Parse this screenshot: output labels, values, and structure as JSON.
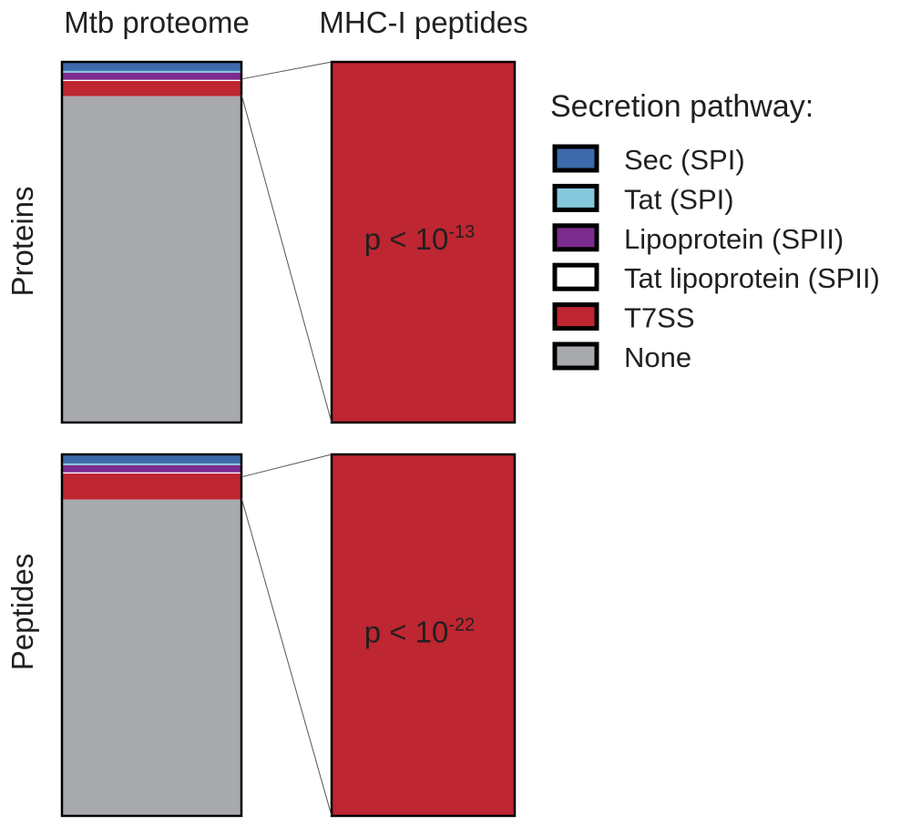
{
  "chart_data": {
    "type": "bar",
    "subtype": "stacked-100-percent",
    "columns": [
      "Mtb proteome",
      "MHC-I peptides"
    ],
    "rows": [
      "Proteins",
      "Peptides"
    ],
    "legend": {
      "title": "Secretion pathway:",
      "placement": "right",
      "items": [
        {
          "name": "Sec (SPI)",
          "color": "#3d6aab"
        },
        {
          "name": "Tat (SPI)",
          "color": "#86c8dc"
        },
        {
          "name": "Lipoprotein (SPII)",
          "color": "#7b2c8e"
        },
        {
          "name": "Tat lipoprotein (SPII)",
          "color": "#ffffff"
        },
        {
          "name": "T7SS",
          "color": "#be2631"
        },
        {
          "name": "None",
          "color": "#a8a9ad"
        }
      ]
    },
    "categories": [
      "Sec (SPI)",
      "Tat (SPI)",
      "Lipoprotein (SPII)",
      "Tat lipoprotein (SPII)",
      "T7SS",
      "None"
    ],
    "panels": [
      {
        "row": "Proteins",
        "bars": [
          {
            "column": "Mtb proteome",
            "values": [
              2.5,
              0.5,
              2.0,
              0.3,
              4.2,
              90.5
            ]
          },
          {
            "column": "MHC-I peptides",
            "values": [
              0,
              0,
              0,
              0,
              100,
              0
            ]
          }
        ],
        "annotation": {
          "base": "p < 10",
          "exponent": "-13"
        }
      },
      {
        "row": "Peptides",
        "bars": [
          {
            "column": "Mtb proteome",
            "values": [
              2.5,
              0.5,
              2.0,
              0.3,
              7.2,
              87.5
            ]
          },
          {
            "column": "MHC-I peptides",
            "values": [
              0,
              0,
              0,
              0,
              100,
              0
            ]
          }
        ],
        "annotation": {
          "base": "p < 10",
          "exponent": "-22"
        }
      }
    ],
    "ylim": [
      0,
      100
    ],
    "grid": false
  }
}
